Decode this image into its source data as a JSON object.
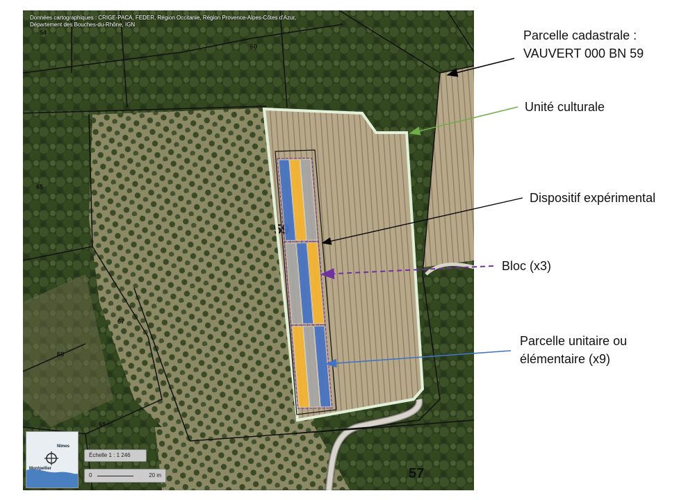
{
  "attribution": {
    "line1": "Données cartographiques : CRIGE-PACA, FEDER, Région Occitanie, Région Provence-Alpes-Côtes d'Azur,",
    "line2": "Département des Bouches-du-Rhône, IGN"
  },
  "parcels": {
    "p54": "54",
    "p60": "60",
    "p65": "65",
    "p67": "67",
    "p68": "68",
    "p69": "69",
    "p59": "59",
    "p57": "57"
  },
  "overview": {
    "city1": "Nîmes",
    "city2": "Montpellier"
  },
  "scale": {
    "text": "Échelle 1 : 1 246",
    "zero": "0",
    "distance": "20 m"
  },
  "labels": {
    "cadastre_line1": "Parcelle cadastrale :",
    "cadastre_line2": "VAUVERT 000 BN 59",
    "unite": "Unité culturale",
    "dispositif": "Dispositif expérimental",
    "bloc": "Bloc (x3)",
    "parcelle_line1": "Parcelle unitaire ou",
    "parcelle_line2": "élémentaire (x9)"
  },
  "colors": {
    "blue": "#4472c4",
    "orange": "#f5b531",
    "gray": "#a6a6a6",
    "green": "#70ad47",
    "purple": "#7030a0",
    "outline": "#e2f0d9"
  },
  "plot_colors": [
    "blue",
    "orange",
    "gray",
    "gray",
    "blue",
    "orange",
    "orange",
    "gray",
    "blue"
  ]
}
